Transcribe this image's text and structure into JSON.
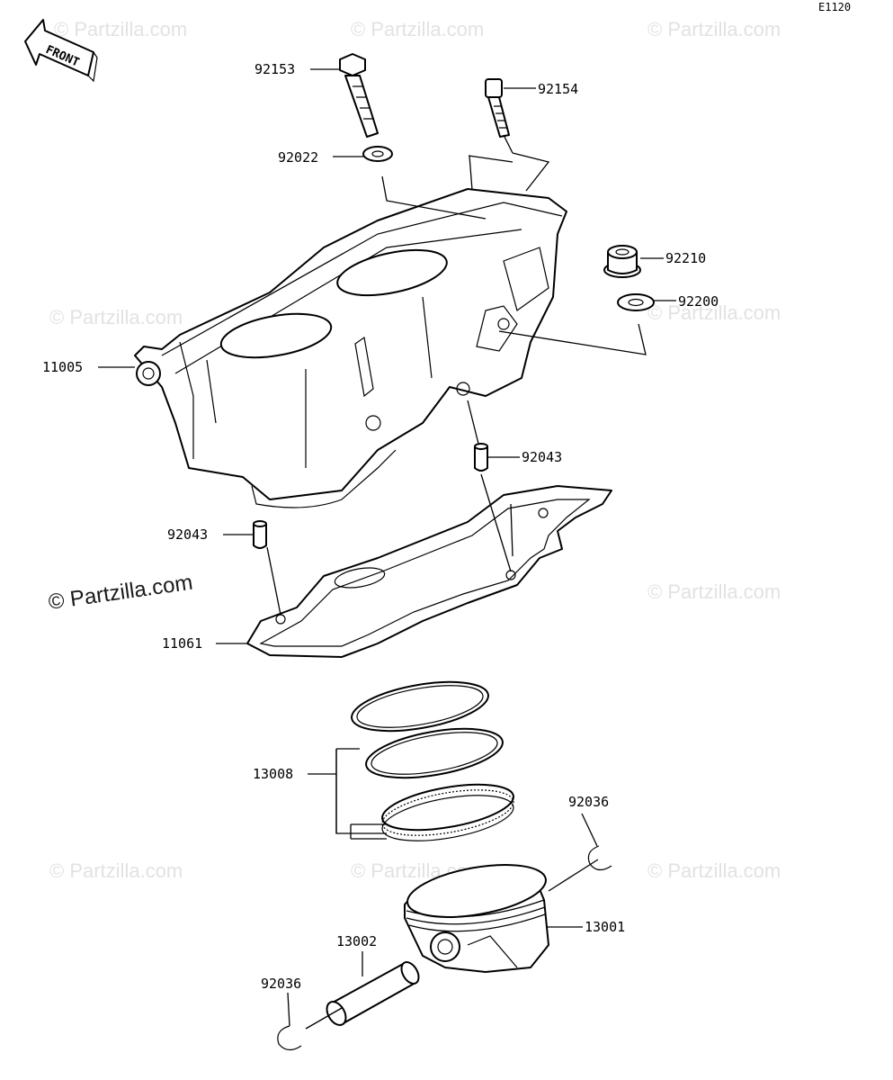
{
  "diagram_code": "E1120",
  "front_label": "FRONT",
  "watermark": "© Partzilla.com",
  "watermark_main": "© Partzilla.com",
  "parts": [
    {
      "id": "p92153",
      "label": "92153"
    },
    {
      "id": "p92154",
      "label": "92154"
    },
    {
      "id": "p92022",
      "label": "92022"
    },
    {
      "id": "p92210",
      "label": "92210"
    },
    {
      "id": "p92200",
      "label": "92200"
    },
    {
      "id": "p11005",
      "label": "11005"
    },
    {
      "id": "p92043a",
      "label": "92043"
    },
    {
      "id": "p92043b",
      "label": "92043"
    },
    {
      "id": "p11061",
      "label": "11061"
    },
    {
      "id": "p13008",
      "label": "13008"
    },
    {
      "id": "p92036a",
      "label": "92036"
    },
    {
      "id": "p13001",
      "label": "13001"
    },
    {
      "id": "p13002",
      "label": "13002"
    },
    {
      "id": "p92036b",
      "label": "92036"
    }
  ]
}
